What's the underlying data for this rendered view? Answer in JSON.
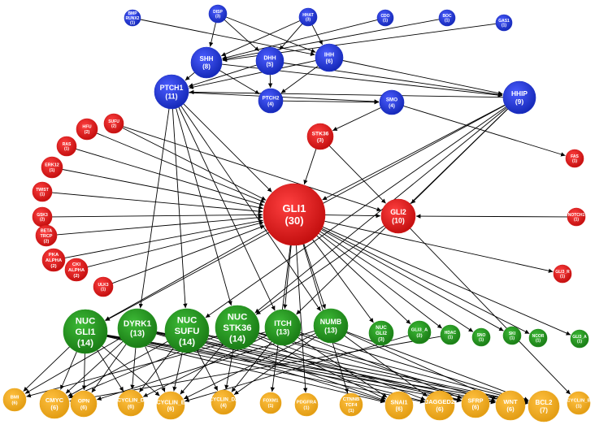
{
  "colors": {
    "blue": "#1c2fc4",
    "red": "#d31515",
    "green": "#20901c",
    "gold": "#eba61a",
    "edge": "#000000"
  },
  "nodes": [
    {
      "id": "bmp_runx2",
      "lines": [
        "BMP",
        "RUNX2"
      ],
      "count": "(1)",
      "color": "blue"
    },
    {
      "id": "disp",
      "lines": [
        "DISP"
      ],
      "count": "(3)",
      "color": "blue"
    },
    {
      "id": "hhat",
      "lines": [
        "HHAT"
      ],
      "count": "(3)",
      "color": "blue"
    },
    {
      "id": "cdo",
      "lines": [
        "CDO"
      ],
      "count": "(1)",
      "color": "blue"
    },
    {
      "id": "boc",
      "lines": [
        "BOC"
      ],
      "count": "(1)",
      "color": "blue"
    },
    {
      "id": "gas1",
      "lines": [
        "GAS1"
      ],
      "count": "(1)",
      "color": "blue"
    },
    {
      "id": "shh",
      "lines": [
        "SHH"
      ],
      "count": "(8)",
      "color": "blue"
    },
    {
      "id": "dhh",
      "lines": [
        "DHH"
      ],
      "count": "(5)",
      "color": "blue"
    },
    {
      "id": "ihh",
      "lines": [
        "IHH"
      ],
      "count": "(6)",
      "color": "blue"
    },
    {
      "id": "ptch1",
      "lines": [
        "PTCH1"
      ],
      "count": "(11)",
      "color": "blue"
    },
    {
      "id": "ptch2",
      "lines": [
        "PTCH2"
      ],
      "count": "(4)",
      "color": "blue"
    },
    {
      "id": "smo",
      "lines": [
        "SMO"
      ],
      "count": "(4)",
      "color": "blue"
    },
    {
      "id": "hhip",
      "lines": [
        "HHIP"
      ],
      "count": "(9)",
      "color": "blue"
    },
    {
      "id": "sufu_r",
      "lines": [
        "SUFU"
      ],
      "count": "(2)",
      "color": "red"
    },
    {
      "id": "hfu",
      "lines": [
        "HFU"
      ],
      "count": "(2)",
      "color": "red"
    },
    {
      "id": "ras",
      "lines": [
        "RAS"
      ],
      "count": "(1)",
      "color": "red"
    },
    {
      "id": "erk12",
      "lines": [
        "ERK12"
      ],
      "count": "(1)",
      "color": "red"
    },
    {
      "id": "twist",
      "lines": [
        "TWIST"
      ],
      "count": "(1)",
      "color": "red"
    },
    {
      "id": "gsk3",
      "lines": [
        "GSK3"
      ],
      "count": "(2)",
      "color": "red"
    },
    {
      "id": "beta_trcp",
      "lines": [
        "BETA",
        "TRCP"
      ],
      "count": "(2)",
      "color": "red"
    },
    {
      "id": "pka_alpha",
      "lines": [
        "PKA",
        "ALPHA"
      ],
      "count": "(2)",
      "color": "red"
    },
    {
      "id": "cki_alpha",
      "lines": [
        "CKI",
        "ALPHA"
      ],
      "count": "(2)",
      "color": "red"
    },
    {
      "id": "ulk3",
      "lines": [
        "ULK3"
      ],
      "count": "(1)",
      "color": "red"
    },
    {
      "id": "stk36_r",
      "lines": [
        "STK36"
      ],
      "count": "(3)",
      "color": "red"
    },
    {
      "id": "gli1",
      "lines": [
        "GLI1"
      ],
      "count": "(30)",
      "color": "red"
    },
    {
      "id": "gli2",
      "lines": [
        "GLI2"
      ],
      "count": "(10)",
      "color": "red"
    },
    {
      "id": "fas",
      "lines": [
        "FAS"
      ],
      "count": "(1)",
      "color": "red"
    },
    {
      "id": "notch1",
      "lines": [
        "NOTCH1"
      ],
      "count": "(1)",
      "color": "red"
    },
    {
      "id": "gli3_r",
      "lines": [
        "GLI3_R"
      ],
      "count": "(1)",
      "color": "red"
    },
    {
      "id": "nuc_gli1",
      "lines": [
        "NUC",
        "GLI1"
      ],
      "count": "(14)",
      "color": "green"
    },
    {
      "id": "dyrk1",
      "lines": [
        "DYRK1"
      ],
      "count": "(13)",
      "color": "green"
    },
    {
      "id": "nuc_sufu",
      "lines": [
        "NUC",
        "SUFU"
      ],
      "count": "(14)",
      "color": "green"
    },
    {
      "id": "nuc_stk36",
      "lines": [
        "NUC",
        "STK36"
      ],
      "count": "(14)",
      "color": "green"
    },
    {
      "id": "itch",
      "lines": [
        "ITCH"
      ],
      "count": "(13)",
      "color": "green"
    },
    {
      "id": "numb",
      "lines": [
        "NUMB"
      ],
      "count": "(13)",
      "color": "green"
    },
    {
      "id": "nuc_gli2",
      "lines": [
        "NUC",
        "GLI2"
      ],
      "count": "(3)",
      "color": "green"
    },
    {
      "id": "gli3_a_green",
      "lines": [
        "GLI3_A"
      ],
      "count": "(2)",
      "color": "green"
    },
    {
      "id": "hdac",
      "lines": [
        "HDAC"
      ],
      "count": "(1)",
      "color": "green"
    },
    {
      "id": "sno",
      "lines": [
        "SNO"
      ],
      "count": "(1)",
      "color": "green"
    },
    {
      "id": "ski",
      "lines": [
        "SKI"
      ],
      "count": "(1)",
      "color": "green"
    },
    {
      "id": "ncor",
      "lines": [
        "NCOR"
      ],
      "count": "(1)",
      "color": "green"
    },
    {
      "id": "gli3_a",
      "lines": [
        "GLI3_A"
      ],
      "count": "(1)",
      "color": "green"
    },
    {
      "id": "bmi",
      "lines": [
        "BMI"
      ],
      "count": "(6)",
      "color": "gold"
    },
    {
      "id": "cmyc",
      "lines": [
        "CMYC"
      ],
      "count": "(6)",
      "color": "gold"
    },
    {
      "id": "opn",
      "lines": [
        "OPN"
      ],
      "count": "(6)",
      "color": "gold"
    },
    {
      "id": "cyclin_d",
      "lines": [
        "CYCLIN_D"
      ],
      "count": "(6)",
      "color": "gold"
    },
    {
      "id": "cyclin_e",
      "lines": [
        "CYCLIN_E"
      ],
      "count": "(6)",
      "color": "gold"
    },
    {
      "id": "cyclin_d2",
      "lines": [
        "CYCLIN_D2"
      ],
      "count": "(4)",
      "color": "gold"
    },
    {
      "id": "foxm1",
      "lines": [
        "FOXM1"
      ],
      "count": "(1)",
      "color": "gold"
    },
    {
      "id": "pdgfra",
      "lines": [
        "PDGFRA"
      ],
      "count": "(1)",
      "color": "gold"
    },
    {
      "id": "ctnnb_tcf4",
      "lines": [
        "CTNNB",
        "TCF4"
      ],
      "count": "(1)",
      "color": "gold"
    },
    {
      "id": "snai1",
      "lines": [
        "SNAI1"
      ],
      "count": "(6)",
      "color": "gold"
    },
    {
      "id": "jagged2",
      "lines": [
        "JAGGED2"
      ],
      "count": "(6)",
      "color": "gold"
    },
    {
      "id": "sfrp",
      "lines": [
        "SFRP"
      ],
      "count": "(6)",
      "color": "gold"
    },
    {
      "id": "wnt",
      "lines": [
        "WNT"
      ],
      "count": "(6)",
      "color": "gold"
    },
    {
      "id": "bcl2",
      "lines": [
        "BCL2"
      ],
      "count": "(7)",
      "color": "gold"
    },
    {
      "id": "cyclin_b",
      "lines": [
        "CYCLIN_B"
      ],
      "count": "(1)",
      "color": "gold"
    }
  ],
  "edges": [
    [
      "bmp_runx2",
      "ihh"
    ],
    [
      "disp",
      "shh"
    ],
    [
      "disp",
      "dhh"
    ],
    [
      "disp",
      "ihh"
    ],
    [
      "hhat",
      "shh"
    ],
    [
      "hhat",
      "dhh"
    ],
    [
      "hhat",
      "ihh"
    ],
    [
      "cdo",
      "shh"
    ],
    [
      "boc",
      "shh"
    ],
    [
      "gas1",
      "shh"
    ],
    [
      "shh",
      "ptch1"
    ],
    [
      "shh",
      "ptch2"
    ],
    [
      "shh",
      "hhip"
    ],
    [
      "dhh",
      "ptch1"
    ],
    [
      "dhh",
      "ptch2"
    ],
    [
      "dhh",
      "hhip"
    ],
    [
      "ihh",
      "ptch1"
    ],
    [
      "ihh",
      "ptch2"
    ],
    [
      "ihh",
      "hhip"
    ],
    [
      "ptch1",
      "smo"
    ],
    [
      "ptch2",
      "smo"
    ],
    [
      "smo",
      "stk36_r"
    ],
    [
      "smo",
      "fas"
    ],
    [
      "hhip",
      "ptch1"
    ],
    [
      "ptch1",
      "gli1"
    ],
    [
      "ptch1",
      "dyrk1"
    ],
    [
      "ptch1",
      "nuc_sufu"
    ],
    [
      "ptch1",
      "nuc_stk36"
    ],
    [
      "ptch1",
      "itch"
    ],
    [
      "ptch1",
      "numb"
    ],
    [
      "hhip",
      "gli1"
    ],
    [
      "hhip",
      "gli2"
    ],
    [
      "hhip",
      "nuc_gli1"
    ],
    [
      "hhip",
      "nuc_sufu"
    ],
    [
      "hhip",
      "nuc_stk36"
    ],
    [
      "hhip",
      "itch"
    ],
    [
      "stk36_r",
      "gli1"
    ],
    [
      "stk36_r",
      "gli2"
    ],
    [
      "hfu",
      "gli1"
    ],
    [
      "sufu_r",
      "gli1"
    ],
    [
      "sufu_r",
      "gli2"
    ],
    [
      "ras",
      "gli1"
    ],
    [
      "erk12",
      "gli1"
    ],
    [
      "twist",
      "gli1"
    ],
    [
      "gsk3",
      "gli1"
    ],
    [
      "beta_trcp",
      "gli1"
    ],
    [
      "pka_alpha",
      "gli1"
    ],
    [
      "cki_alpha",
      "gli1"
    ],
    [
      "ulk3",
      "gli1"
    ],
    [
      "gli1",
      "gli2"
    ],
    [
      "notch1",
      "gli2"
    ],
    [
      "gli1",
      "gli3_r"
    ],
    [
      "gli1",
      "nuc_gli1"
    ],
    [
      "gli1",
      "itch"
    ],
    [
      "gli1",
      "numb"
    ],
    [
      "gli1",
      "nuc_gli2"
    ],
    [
      "gli1",
      "gli3_a_green"
    ],
    [
      "gli1",
      "hdac"
    ],
    [
      "gli1",
      "sno"
    ],
    [
      "gli1",
      "ski"
    ],
    [
      "gli1",
      "ncor"
    ],
    [
      "gli1",
      "gli3_a"
    ],
    [
      "gli1",
      "foxm1"
    ],
    [
      "gli1",
      "pdgfra"
    ],
    [
      "gli1",
      "ctnnb_tcf4"
    ],
    [
      "gli2",
      "nuc_stk36"
    ],
    [
      "gli2",
      "cyclin_b"
    ],
    [
      "nuc_gli1",
      "bmi"
    ],
    [
      "nuc_gli1",
      "cmyc"
    ],
    [
      "nuc_gli1",
      "opn"
    ],
    [
      "nuc_gli1",
      "cyclin_d"
    ],
    [
      "nuc_gli1",
      "cyclin_e"
    ],
    [
      "nuc_gli1",
      "snai1"
    ],
    [
      "nuc_gli1",
      "jagged2"
    ],
    [
      "nuc_gli1",
      "sfrp"
    ],
    [
      "nuc_gli1",
      "wnt"
    ],
    [
      "nuc_gli1",
      "bcl2"
    ],
    [
      "dyrk1",
      "cmyc"
    ],
    [
      "dyrk1",
      "opn"
    ],
    [
      "dyrk1",
      "cyclin_d"
    ],
    [
      "dyrk1",
      "cyclin_e"
    ],
    [
      "dyrk1",
      "snai1"
    ],
    [
      "dyrk1",
      "jagged2"
    ],
    [
      "dyrk1",
      "sfrp"
    ],
    [
      "dyrk1",
      "wnt"
    ],
    [
      "dyrk1",
      "bcl2"
    ],
    [
      "dyrk1",
      "bmi"
    ],
    [
      "nuc_sufu",
      "cmyc"
    ],
    [
      "nuc_sufu",
      "cyclin_d"
    ],
    [
      "nuc_sufu",
      "cyclin_e"
    ],
    [
      "nuc_sufu",
      "cyclin_d2"
    ],
    [
      "nuc_sufu",
      "snai1"
    ],
    [
      "nuc_sufu",
      "sfrp"
    ],
    [
      "nuc_sufu",
      "bcl2"
    ],
    [
      "nuc_stk36",
      "cmyc"
    ],
    [
      "nuc_stk36",
      "cyclin_e"
    ],
    [
      "nuc_stk36",
      "cyclin_d2"
    ],
    [
      "nuc_stk36",
      "snai1"
    ],
    [
      "nuc_stk36",
      "jagged2"
    ],
    [
      "nuc_stk36",
      "wnt"
    ],
    [
      "nuc_stk36",
      "bcl2"
    ],
    [
      "itch",
      "bmi"
    ],
    [
      "itch",
      "cyclin_d"
    ],
    [
      "itch",
      "cyclin_d2"
    ],
    [
      "itch",
      "snai1"
    ],
    [
      "itch",
      "sfrp"
    ],
    [
      "itch",
      "bcl2"
    ],
    [
      "numb",
      "opn"
    ],
    [
      "numb",
      "cyclin_e"
    ],
    [
      "numb",
      "cyclin_d2"
    ],
    [
      "numb",
      "jagged2"
    ],
    [
      "numb",
      "wnt"
    ],
    [
      "numb",
      "bcl2"
    ],
    [
      "gli3_a_green",
      "cyclin_e"
    ],
    [
      "hdac",
      "cmyc"
    ]
  ]
}
